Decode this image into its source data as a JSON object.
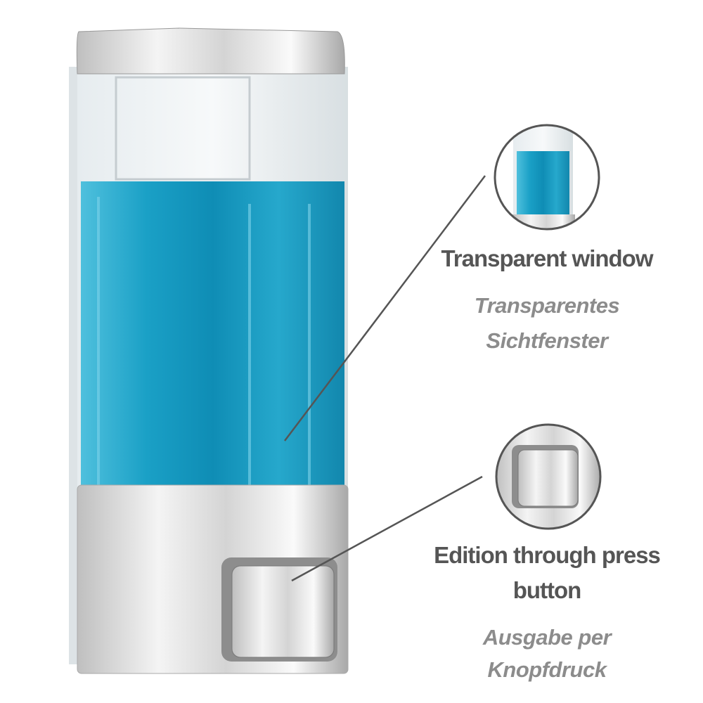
{
  "callouts": [
    {
      "title": "Transparent window",
      "subtitle_line1": "Transparentes",
      "subtitle_line2": "Sichtfenster",
      "icon": "transparent-window-detail"
    },
    {
      "title_line1": "Edition through press",
      "title_line2": "button",
      "subtitle_line1": "Ausgabe per",
      "subtitle_line2": "Knopfdruck",
      "icon": "press-button-detail"
    }
  ],
  "colors": {
    "liquid": "#1fa3c8",
    "chrome": "#d9d9d9",
    "title_text": "#555555",
    "subtitle_text": "#8c8c8c"
  }
}
